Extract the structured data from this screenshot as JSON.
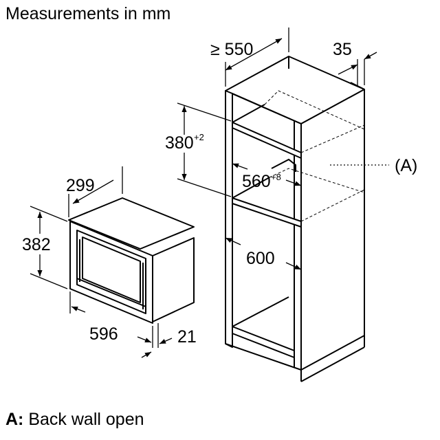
{
  "header": {
    "title": "Measurements in mm"
  },
  "legend": {
    "key": "A:",
    "text": "Back wall open"
  },
  "cabinet": {
    "depth_min": "≥ 550",
    "rear_gap": "35",
    "niche_height": "380",
    "niche_height_tol": "+2",
    "niche_width": "560",
    "niche_width_tol": "+8",
    "outer_width": "600",
    "callout": "(A)"
  },
  "appliance": {
    "depth": "299",
    "height": "382",
    "width": "596",
    "front_depth": "21"
  }
}
